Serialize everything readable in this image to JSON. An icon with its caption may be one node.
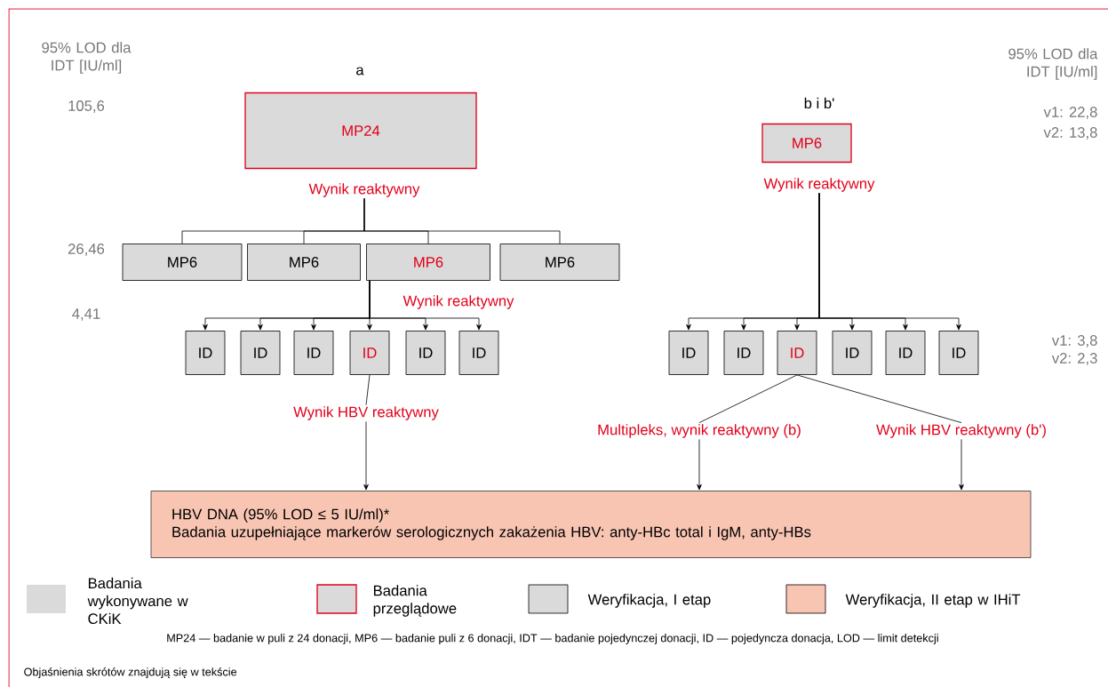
{
  "diagram": {
    "nodes": [
      {
        "text": [
          "MP24"
        ]
      },
      {
        "text": [
          "MP6"
        ]
      },
      {
        "text": [
          "Wynik reaktywny"
        ]
      },
      {
        "text": [
          "Wynik reaktywny"
        ]
      },
      {
        "text": [
          "MP6"
        ]
      },
      {
        "text": [
          "MP6"
        ]
      },
      {
        "text": [
          "MP6"
        ]
      },
      {
        "text": [
          "MP6"
        ]
      },
      {
        "text": [
          "ID"
        ]
      },
      {
        "text": [
          "ID"
        ]
      },
      {
        "text": [
          "ID"
        ]
      },
      {
        "text": [
          "ID"
        ]
      },
      {
        "text": [
          "ID"
        ]
      },
      {
        "text": [
          "ID"
        ]
      },
      {
        "text": [
          "ID"
        ]
      },
      {
        "text": [
          "ID"
        ]
      },
      {
        "text": [
          "ID"
        ]
      },
      {
        "text": [
          "ID"
        ]
      },
      {
        "text": [
          "ID"
        ]
      },
      {
        "text": [
          "ID"
        ]
      },
      {
        "text": [
          "Wynik HBV reaktywny"
        ]
      },
      {
        "text": [
          "Multipleks, wynik reaktywny (b)"
        ]
      },
      {
        "text": [
          "Wynik HBV reaktywny (b')"
        ]
      },
      {
        "text": [
          "HBV DNA (95% LOD ≤ 5 IU/ml)*",
          "Badania uzupełniające markerów serologicznych zakażenia HBV: anty-HBc total i IgM, anty-HBs"
        ]
      }
    ],
    "edges": [
      {
        "from": 2,
        "to": 4,
        "arrow": "none"
      },
      {
        "from": 2,
        "to": 5,
        "arrow": "none"
      },
      {
        "from": 2,
        "to": 6,
        "arrow": "none"
      },
      {
        "from": 2,
        "to": 7,
        "arrow": "none"
      },
      {
        "from": 6,
        "to": 8,
        "arrow": "to"
      },
      {
        "from": 6,
        "to": 9,
        "arrow": "to"
      },
      {
        "from": 6,
        "to": 10,
        "arrow": "to"
      },
      {
        "from": 6,
        "to": 11,
        "arrow": "to"
      },
      {
        "from": 6,
        "to": 12,
        "arrow": "to"
      },
      {
        "from": 6,
        "to": 13,
        "arrow": "to"
      },
      {
        "from": 3,
        "to": 14,
        "arrow": "to"
      },
      {
        "from": 3,
        "to": 15,
        "arrow": "to"
      },
      {
        "from": 3,
        "to": 16,
        "arrow": "to"
      },
      {
        "from": 3,
        "to": 17,
        "arrow": "to"
      },
      {
        "from": 3,
        "to": 18,
        "arrow": "to"
      },
      {
        "from": 3,
        "to": 19,
        "arrow": "to"
      },
      {
        "from": 11,
        "to": 20,
        "arrow": "none"
      },
      {
        "from": 20,
        "to": 23,
        "arrow": "to"
      },
      {
        "from": 16,
        "to": 21,
        "arrow": "none"
      },
      {
        "from": 16,
        "to": 22,
        "arrow": "none"
      },
      {
        "from": 21,
        "to": 23,
        "arrow": "to"
      },
      {
        "from": 22,
        "to": 23,
        "arrow": "to"
      }
    ],
    "labels": [
      "95% LOD dla IDT [IU/ml]",
      "a",
      "95% LOD dla IDT [IU/ml]",
      "105,6",
      "b i b'",
      "v1: 22,8",
      "v2: 13,8",
      "26,46",
      "Wynik reaktywny",
      "4,41",
      "v1: 3,8",
      "v2: 2,3",
      "MP24 — badanie w puli z 24 donacji, MP6 — badanie puli z 6 donacji, IDT — badanie pojedynczej donacji, ID — pojedyncza donacja, LOD — limit detekcji",
      "Objaśnienia skrótów znajdują się w tekście"
    ],
    "legend": [
      {
        "text": "Badania wykonywane w CKiK",
        "color": "#dadada"
      },
      {
        "text": "Badania przeglądowe"
      },
      {
        "text": "Weryfikacja, I etap"
      },
      {
        "text": "Weryfikacja, II etap w IHiT",
        "color": "#f8c5b3"
      }
    ]
  }
}
